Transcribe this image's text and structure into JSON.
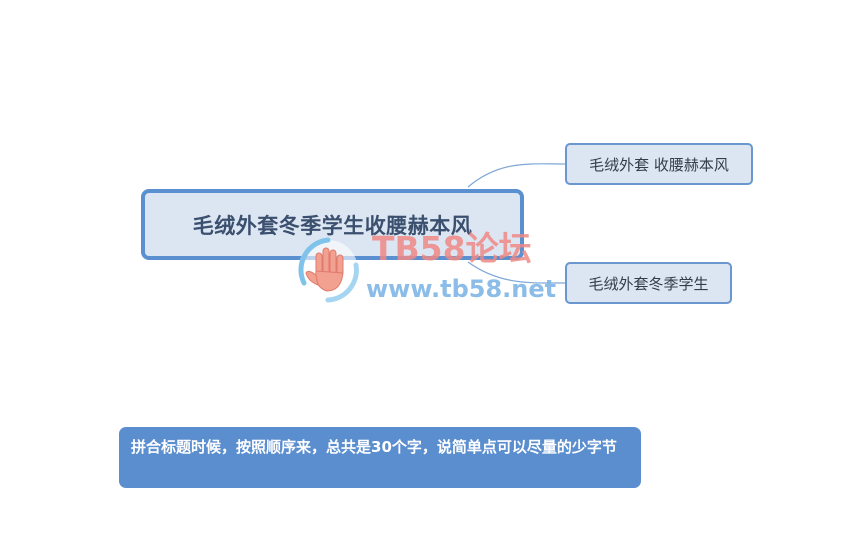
{
  "mindmap": {
    "root": {
      "label": "毛绒外套冬季学生收腰赫本风"
    },
    "children": [
      {
        "label": "毛绒外套 收腰赫本风"
      },
      {
        "label": "毛绒外套冬季学生"
      }
    ]
  },
  "watermark": {
    "title": "TB58论坛",
    "url": "www.tb58.net",
    "icon": "hand-icon"
  },
  "note": {
    "text": "拼合标题时候，按照顺序来，总共是30个字，说简单点可以尽量的少字节"
  },
  "colors": {
    "root_border": "#5a8fd0",
    "node_fill": "#dce6f3",
    "note_fill": "#5b8ecf",
    "watermark_red": "#ef8a86",
    "watermark_blue": "#7fb6e6"
  }
}
